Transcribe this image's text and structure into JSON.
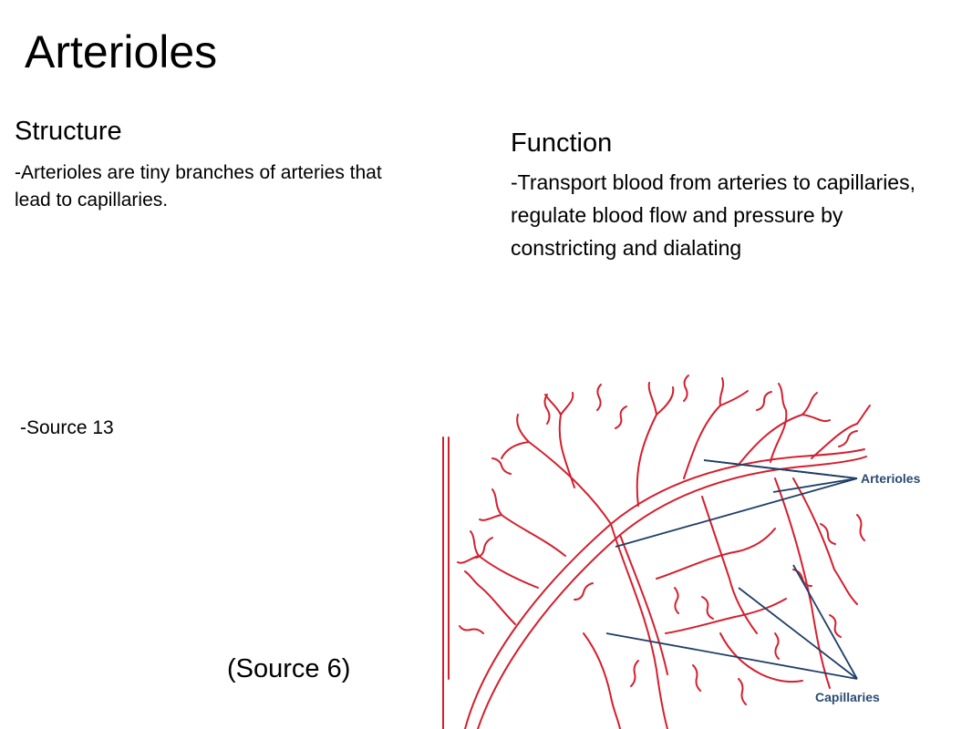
{
  "title": "Arterioles",
  "structure": {
    "heading": "Structure",
    "text": "-Arterioles are tiny branches of arteries that lead to capillaries."
  },
  "function": {
    "heading": "Function",
    "text": " -Transport blood from arteries to capillaries, regulate blood flow and pressure by constricting and dialating"
  },
  "source13": "-Source 13",
  "source6": "(Source 6)",
  "figure": {
    "arterioles_label": "Arterioles",
    "capillaries_label": "Capillaries",
    "vessel_color": "#d3202f",
    "pointer_color": "#1f3f66",
    "label_color": "#2a4a72"
  }
}
